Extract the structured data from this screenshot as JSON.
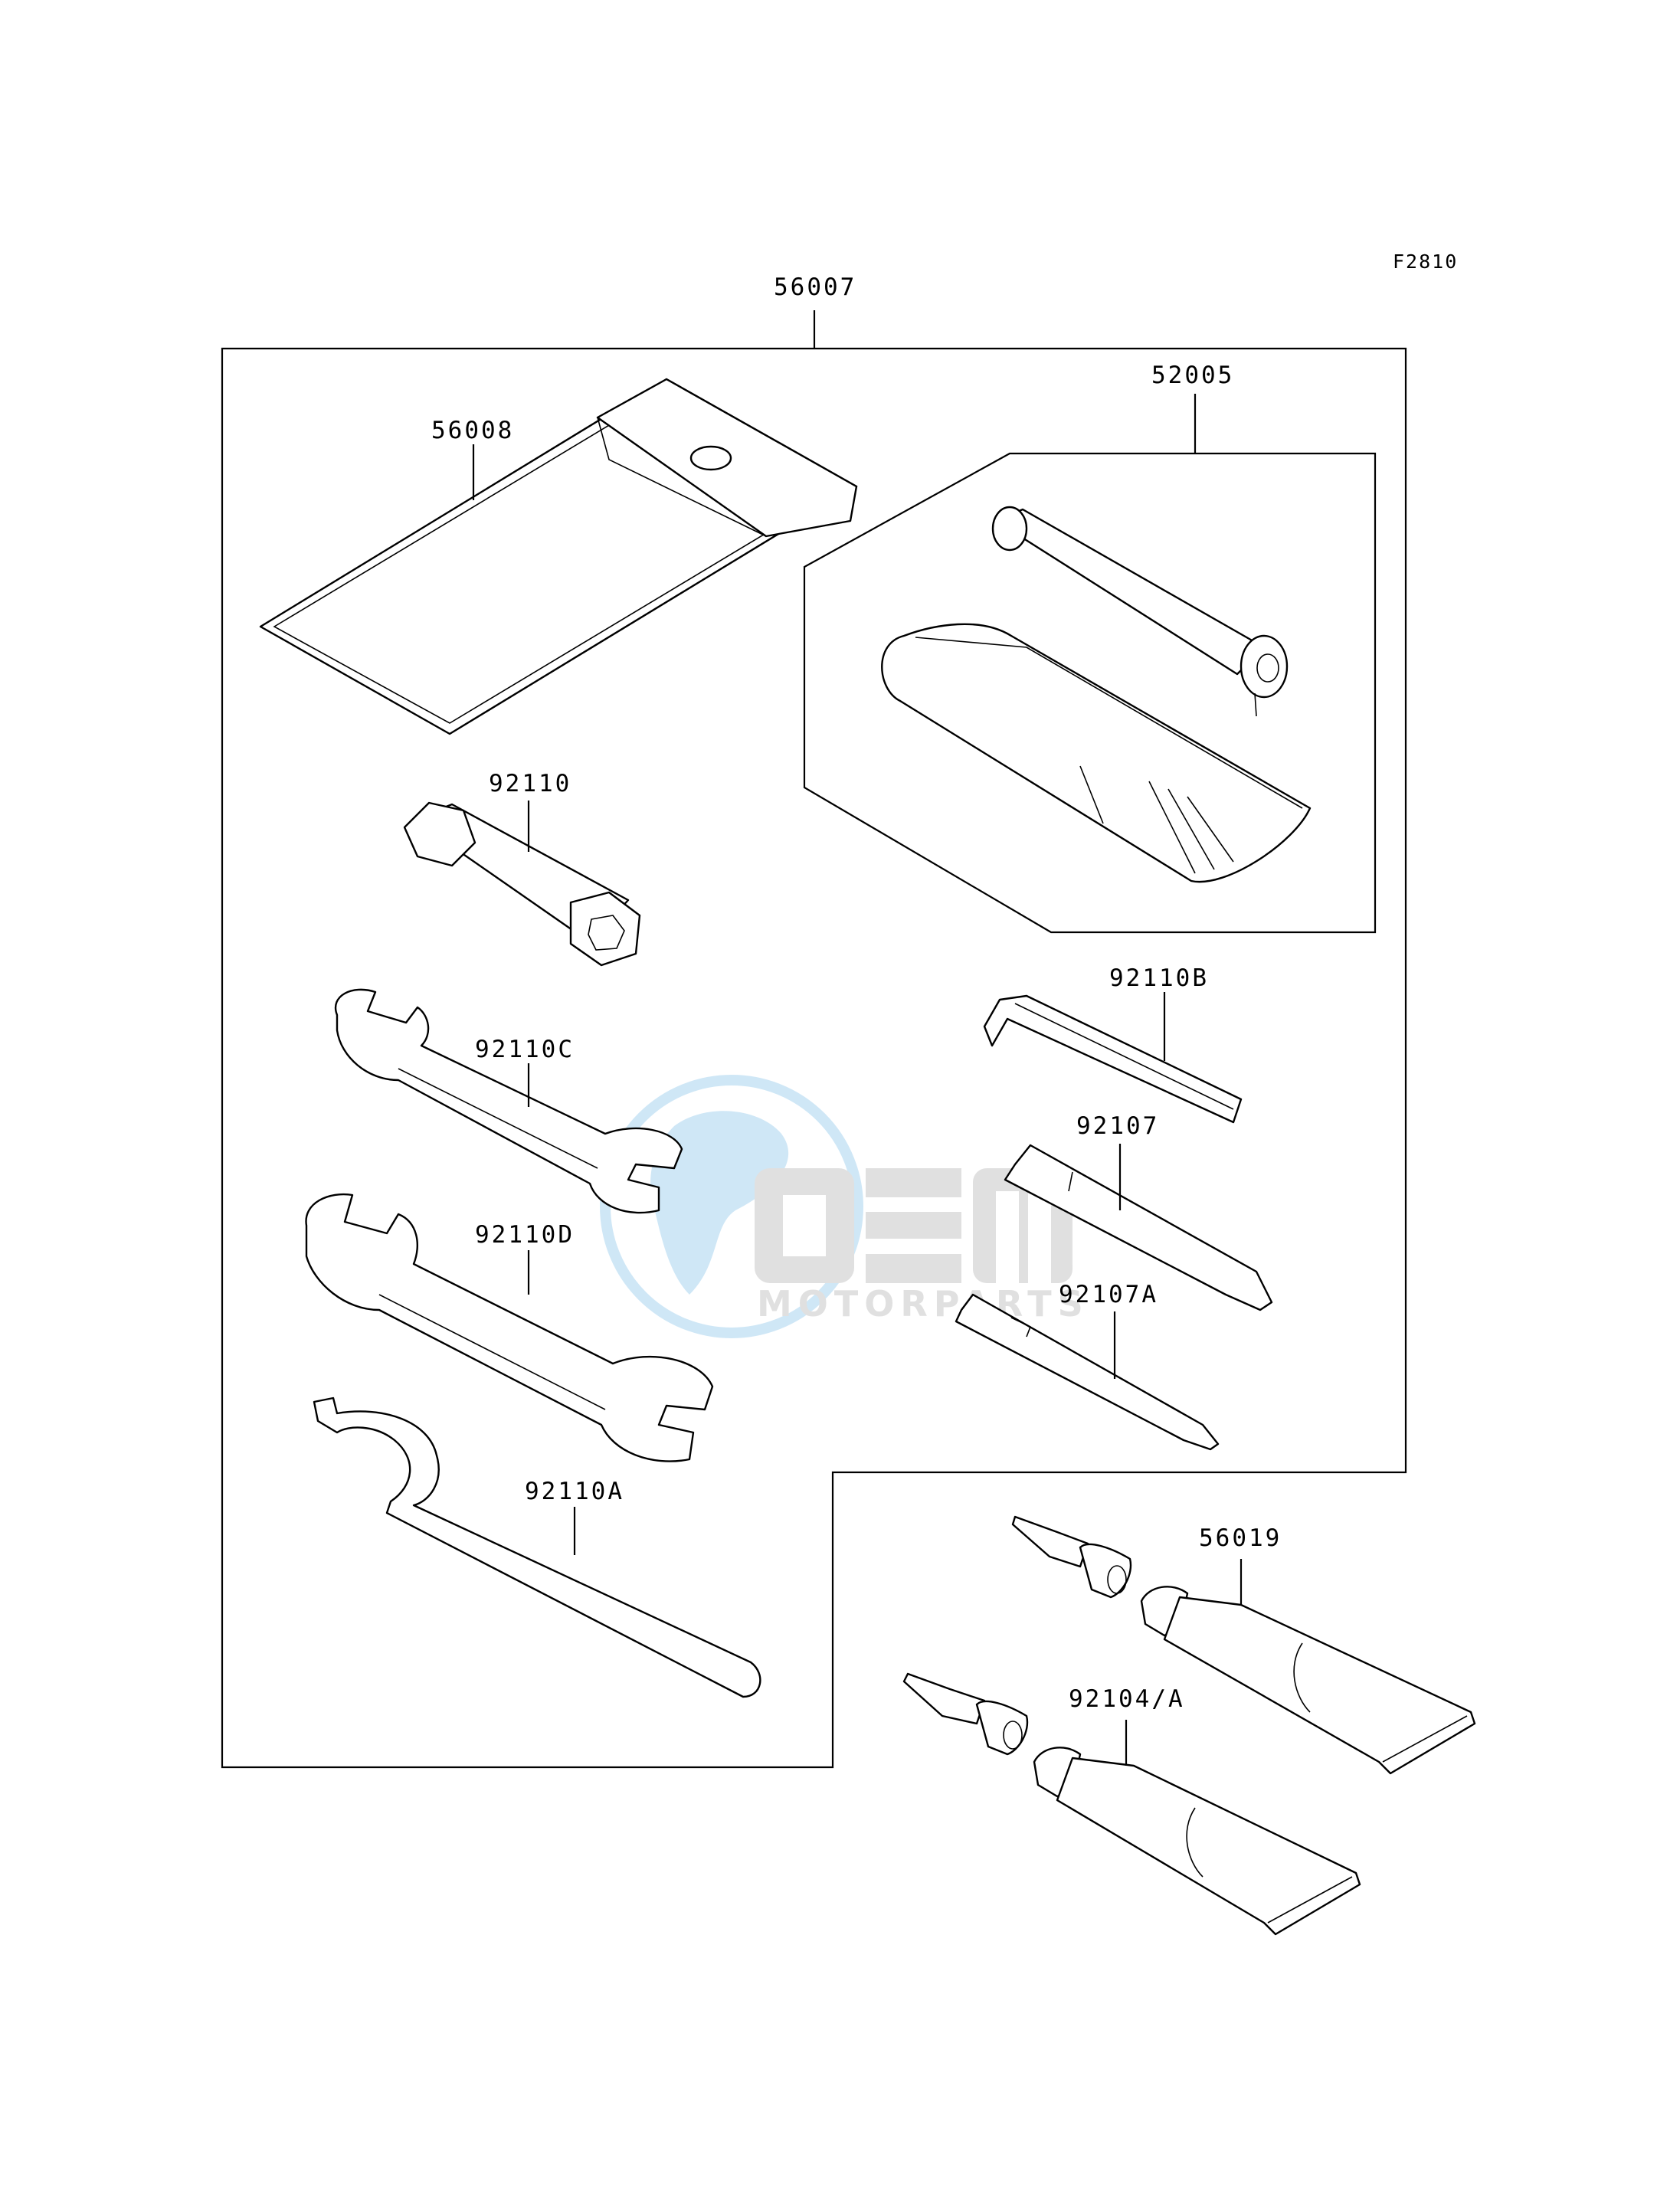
{
  "figure_code": "F2810",
  "watermark": {
    "brand": "OEM",
    "subtitle": "MOTORPARTS"
  },
  "parts": [
    {
      "key": "p56007",
      "number": "56007"
    },
    {
      "key": "p56008",
      "number": "56008"
    },
    {
      "key": "p52005",
      "number": "52005"
    },
    {
      "key": "p92110",
      "number": "92110"
    },
    {
      "key": "p92110B",
      "number": "92110B"
    },
    {
      "key": "p92110C",
      "number": "92110C"
    },
    {
      "key": "p92107",
      "number": "92107"
    },
    {
      "key": "p92110D",
      "number": "92110D"
    },
    {
      "key": "p92107A",
      "number": "92107A"
    },
    {
      "key": "p92110A",
      "number": "92110A"
    },
    {
      "key": "p56019",
      "number": "56019"
    },
    {
      "key": "p92104A",
      "number": "92104/A"
    }
  ],
  "colors": {
    "line": "#000000",
    "watermark_blue": "#a8d4f0",
    "watermark_gray": "#c8c8c8"
  }
}
